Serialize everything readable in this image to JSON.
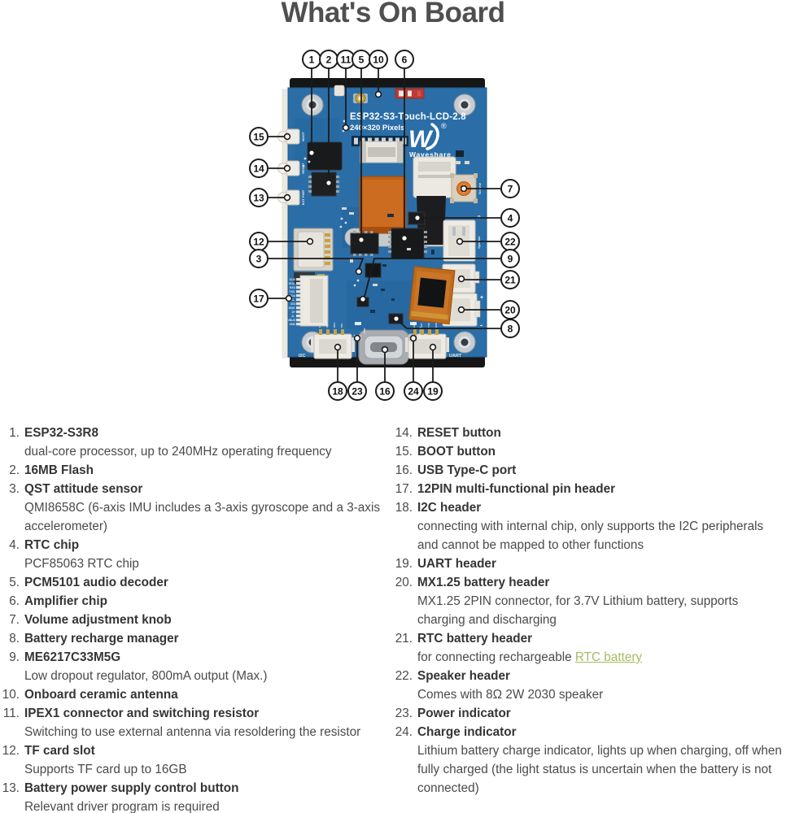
{
  "page": {
    "title": "What's On Board"
  },
  "board": {
    "name": "ESP32-S3-Touch-LCD-2.8",
    "resolution": "240×320 Pixels",
    "brand": "Waveshare",
    "reg_mark": "®",
    "labels": {
      "boot": "BOOT",
      "reset": "RESET",
      "bat_pwr": "BAT PWR",
      "i2c": "I2C",
      "uart": "UART",
      "volume": "Volume",
      "speaker": "Speaker",
      "speaker_r": "R",
      "pwr_led": "PWR",
      "charge_led": "Charge",
      "plus": "+",
      "minus": "-"
    },
    "pin_labels": [
      "IO15",
      "IO16",
      "RXD",
      "TXD",
      "SDA",
      "SCL",
      "3V3",
      "GND",
      "D+",
      "D-",
      "VBUS",
      "GND"
    ],
    "i2c_pins": [
      "GND",
      "3V3",
      "SDA",
      "SCL"
    ],
    "uart_pins": [
      "GND",
      "3V3",
      "TXD",
      "RXD"
    ]
  },
  "callouts": [
    "1",
    "2",
    "11",
    "5",
    "10",
    "6",
    "15",
    "14",
    "13",
    "12",
    "3",
    "17",
    "7",
    "4",
    "22",
    "9",
    "21",
    "20",
    "8",
    "18",
    "23",
    "16",
    "24",
    "19"
  ],
  "legend": {
    "left": [
      {
        "num": "1.",
        "title": "ESP32-S3R8",
        "desc": "dual-core processor, up to 240MHz operating frequency"
      },
      {
        "num": "2.",
        "title": "16MB Flash"
      },
      {
        "num": "3.",
        "title": "QST attitude sensor",
        "desc": "QMI8658C (6-axis IMU includes a 3-axis gyroscope and a 3-axis accelerometer)"
      },
      {
        "num": "4.",
        "title": "RTC chip",
        "desc": "PCF85063 RTC chip"
      },
      {
        "num": "5.",
        "title": "PCM5101 audio decoder"
      },
      {
        "num": "6.",
        "title": "Amplifier chip"
      },
      {
        "num": "7.",
        "title": "Volume adjustment knob"
      },
      {
        "num": "8.",
        "title": "Battery recharge manager"
      },
      {
        "num": "9.",
        "title": "ME6217C33M5G",
        "desc": "Low dropout regulator, 800mA output (Max.)"
      },
      {
        "num": "10.",
        "title": "Onboard ceramic antenna"
      },
      {
        "num": "11.",
        "title": "IPEX1 connector and switching resistor",
        "desc": "Switching to use external antenna via resoldering the resistor"
      },
      {
        "num": "12.",
        "title": "TF card slot",
        "desc": "Supports TF card up to 16GB"
      },
      {
        "num": "13.",
        "title": "Battery power supply control button",
        "desc": "Relevant driver program is required"
      }
    ],
    "right": [
      {
        "num": "14.",
        "title": "RESET button"
      },
      {
        "num": "15.",
        "title": "BOOT button"
      },
      {
        "num": "16.",
        "title": "USB Type-C port"
      },
      {
        "num": "17.",
        "title": "12PIN multi-functional pin header"
      },
      {
        "num": "18.",
        "title": "I2C header",
        "desc": "connecting with internal chip, only supports the I2C peripherals and cannot be mapped to other functions"
      },
      {
        "num": "19.",
        "title": "UART header"
      },
      {
        "num": "20.",
        "title": "MX1.25 battery header",
        "desc": "MX1.25 2PIN connector, for 3.7V Lithium battery, supports charging and discharging"
      },
      {
        "num": "21.",
        "title": "RTC battery header",
        "desc_prefix": "for connecting rechargeable ",
        "desc_link": "RTC battery"
      },
      {
        "num": "22.",
        "title": "Speaker header",
        "desc": "Comes with 8Ω 2W 2030 speaker"
      },
      {
        "num": "23.",
        "title": "Power indicator"
      },
      {
        "num": "24.",
        "title": "Charge indicator",
        "desc": "Lithium battery charge indicator, lights up when charging, off when fully charged (the light status is uncertain when the battery is not connected)"
      }
    ]
  },
  "colors": {
    "pcb_blue": "#2b6ea7",
    "pcb_blue_dark": "#1f5a8c",
    "flex_orange": "#c06018",
    "callout_ink": "#1c1c1c",
    "link_green": "#a3bd62",
    "title_gray": "#4f4f4f",
    "text_dark": "#353535"
  }
}
